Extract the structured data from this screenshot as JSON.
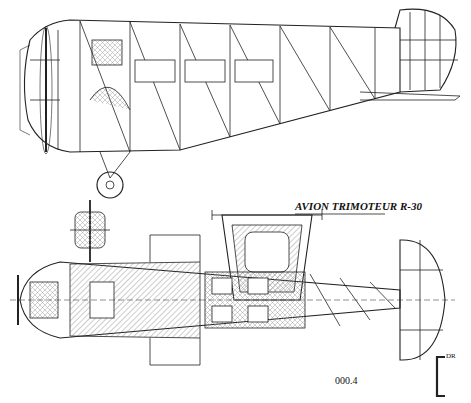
{
  "diagram": {
    "title": "AVION TRIMOTEUR R-30",
    "labels": [
      "000.4",
      "DR"
    ]
  }
}
